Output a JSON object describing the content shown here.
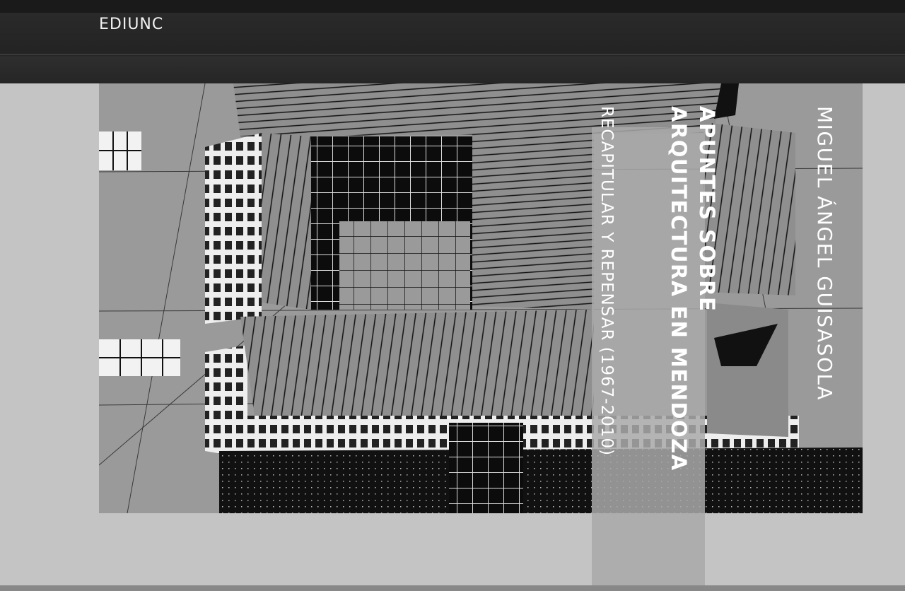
{
  "cover": {
    "publisher": "EDIUNC",
    "title_line1": "APUNTES SOBRE",
    "title_line2": "ARQUITECTURA EN MENDOZA",
    "subtitle": "RECAPITULAR Y REPENSAR (1967-2010)",
    "author": "MIGUEL ÁNGEL GUISASOLA"
  },
  "colors": {
    "spine_band": "#232323",
    "cover_background": "#c4c4c4",
    "artwork_gray": "#9a9a9a",
    "text": "#ffffff"
  }
}
